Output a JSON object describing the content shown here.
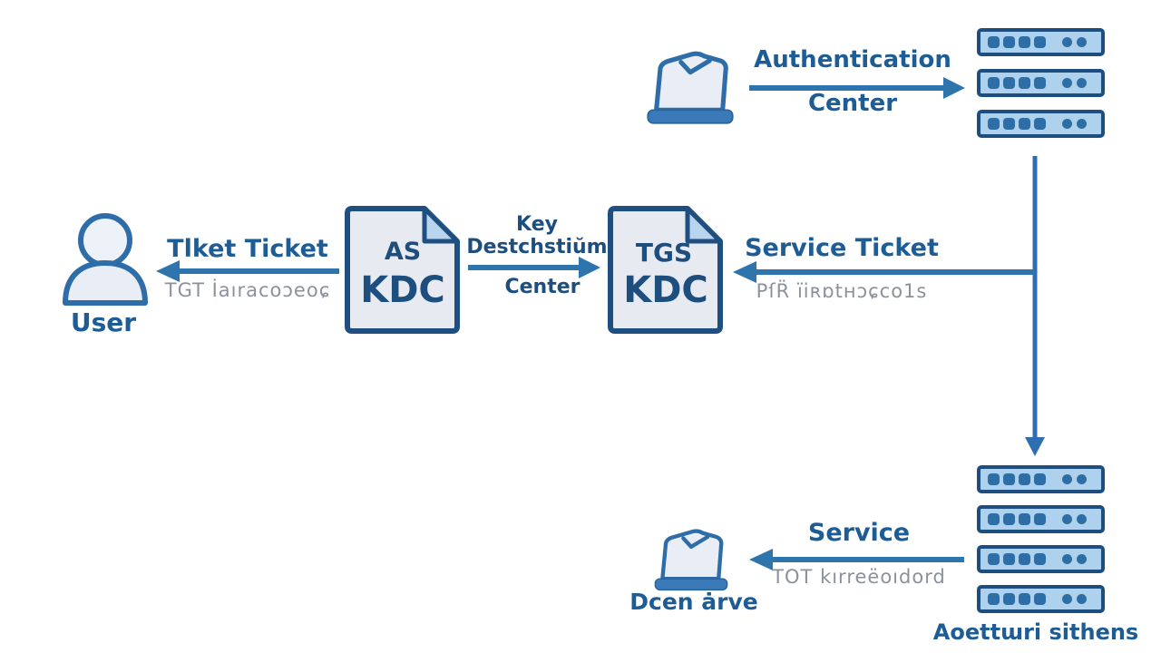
{
  "title": "Kerberos authentication flow diagram",
  "colors": {
    "accent_arrow": "#2e74ad",
    "label_blue": "#1d5c94",
    "doc_navy": "#1d4e7e",
    "muted_gray": "#8b929c",
    "server_fill": "#aed2ee",
    "server_border": "#1c4e80",
    "doc_fill": "#e7ebf1",
    "doc_fold": "#b9d4ef",
    "background": "#ffffff"
  },
  "user": {
    "label": "User"
  },
  "top_flow": {
    "line1": "Authentication",
    "line2": "Center"
  },
  "ticket_flow": {
    "title": "Tlket Ticket",
    "subtitle": "TGT İaıracoɔeoɕ"
  },
  "as_doc": {
    "line1": "AS",
    "line2": "KDC"
  },
  "kdc_flow": {
    "line1": "Key",
    "line2": "Destchstiŭm",
    "line3": "Center"
  },
  "tgs_doc": {
    "line1": "TGS",
    "line2": "KDC"
  },
  "service_ticket_flow": {
    "title": "Service Ticket",
    "subtitle": "PſR̈ ïiʀɒtʜɔɕco1s"
  },
  "service_flow": {
    "title": "Service",
    "subtitle": "TOT kırreëoıdord"
  },
  "client_device": {
    "label": "Dcen ȧrve"
  },
  "service_servers": {
    "label": "Aoettɯri sithens"
  }
}
